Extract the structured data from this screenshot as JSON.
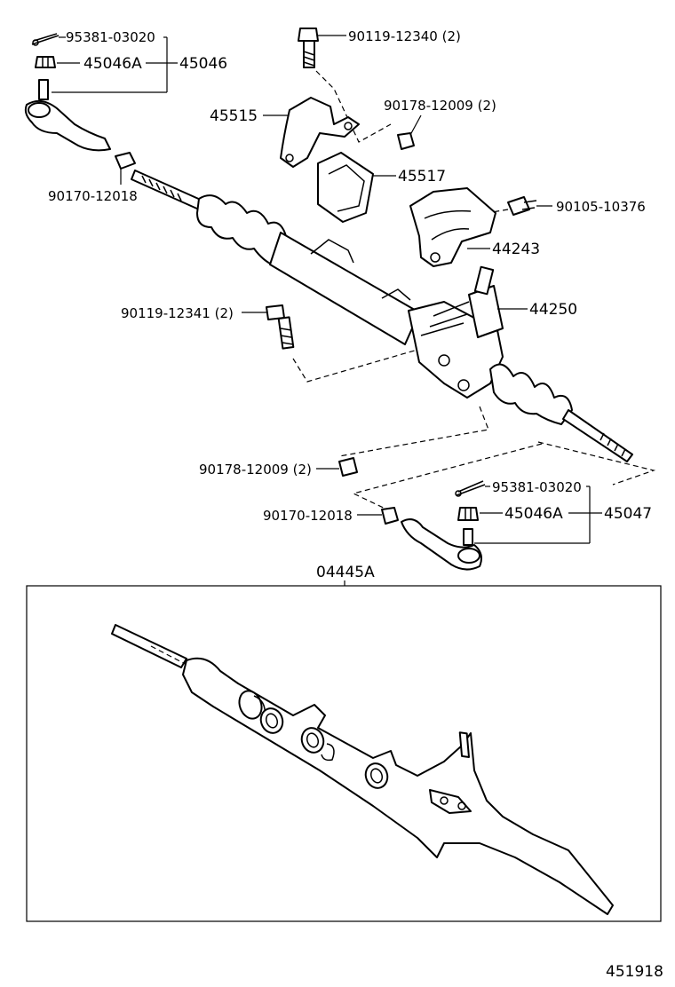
{
  "labels": {
    "cotter_pin_top": "95381-03020",
    "nut_top": "45046A",
    "tie_rod_end_lh": "45046",
    "bolt_top": "90119-12340 (2)",
    "bracket": "45515",
    "nut_bracket": "90178-12009 (2)",
    "bushing": "45517",
    "bolt_cover": "90105-10376",
    "cover": "44243",
    "gear_valve": "44250",
    "bolt_left": "90119-12341 (2)",
    "boot_nut_top": "90170-12018",
    "nut_lower": "90178-12009 (2)",
    "boot_nut_lower": "90170-12018",
    "cotter_pin_lower": "95381-03020",
    "nut_lower_end": "45046A",
    "tie_rod_end_rh": "45047",
    "kit": "04445A",
    "figure_number": "451918"
  }
}
